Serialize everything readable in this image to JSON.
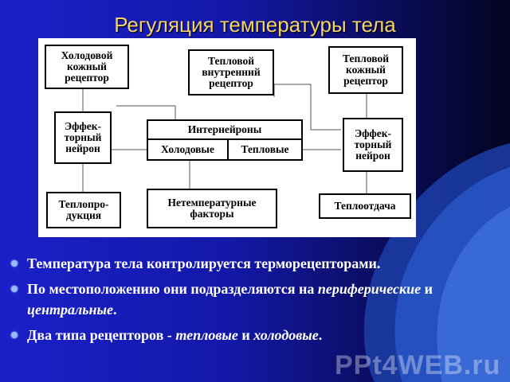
{
  "slide": {
    "title": "Регуляция температуры тела"
  },
  "diagram": {
    "boxes": {
      "cold_skin_receptor": "Холодовой\nкожный\nрецептор",
      "thermal_internal_receptor": "Тепловой\nвнутренний\nрецептор",
      "thermal_skin_receptor": "Тепловой\nкожный\nрецептор",
      "effector_left": "Эффек-\nторный\nнейрон",
      "interneurons": "Интернейроны",
      "cold": "Холодовые",
      "thermal": "Тепловые",
      "effector_right": "Эффек-\nторный\nнейрон",
      "heat_production": "Теплопро-\nдукция",
      "non_temp_factors": "Нетемпературные\nфакторы",
      "heat_release": "Теплоотдача"
    }
  },
  "bullets": [
    {
      "text": "Температура тела контролируется терморецепторами."
    },
    {
      "prefix": "По местоположению они подразделяются на ",
      "em1": "периферические",
      "mid": " и ",
      "em2": "центральные",
      "suffix": "."
    },
    {
      "prefix": "Два типа рецепторов - ",
      "em1": "тепловые",
      "mid": " и ",
      "em2": "холодовые",
      "suffix": "."
    }
  ],
  "watermark": "PPt4WEB.ru",
  "colors": {
    "title": "#f4d36a",
    "background": "#1a20c8"
  }
}
